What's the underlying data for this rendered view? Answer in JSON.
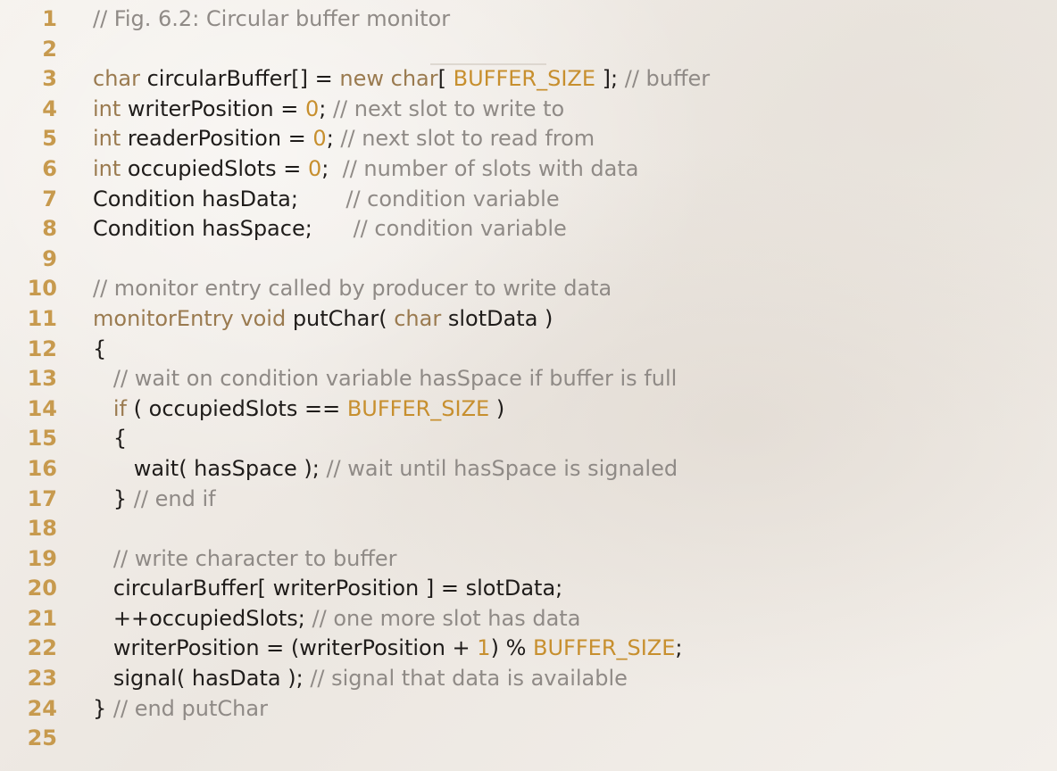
{
  "figure_title": "// Fig. 6.2: Circular buffer monitor",
  "lines": [
    {
      "n": "1",
      "tokens": [
        {
          "t": "// Fig. 6.2: Circular buffer monitor",
          "k": "cmt"
        }
      ]
    },
    {
      "n": "2",
      "tokens": []
    },
    {
      "n": "3",
      "tokens": [
        {
          "t": "char",
          "k": "kw"
        },
        {
          "t": " circularBuffer[] = ",
          "k": "plain"
        },
        {
          "t": "new char",
          "k": "kw"
        },
        {
          "t": "[ ",
          "k": "plain"
        },
        {
          "t": "BUFFER_SIZE",
          "k": "const"
        },
        {
          "t": " ]; ",
          "k": "plain"
        },
        {
          "t": "// buffer",
          "k": "cmt"
        }
      ]
    },
    {
      "n": "4",
      "tokens": [
        {
          "t": "int",
          "k": "kw"
        },
        {
          "t": " writerPosition = ",
          "k": "plain"
        },
        {
          "t": "0",
          "k": "num"
        },
        {
          "t": "; ",
          "k": "plain"
        },
        {
          "t": "// next slot to write to",
          "k": "cmt"
        }
      ]
    },
    {
      "n": "5",
      "tokens": [
        {
          "t": "int",
          "k": "kw"
        },
        {
          "t": " readerPosition = ",
          "k": "plain"
        },
        {
          "t": "0",
          "k": "num"
        },
        {
          "t": "; ",
          "k": "plain"
        },
        {
          "t": "// next slot to read from",
          "k": "cmt"
        }
      ]
    },
    {
      "n": "6",
      "tokens": [
        {
          "t": "int",
          "k": "kw"
        },
        {
          "t": " occupiedSlots = ",
          "k": "plain"
        },
        {
          "t": "0",
          "k": "num"
        },
        {
          "t": ";  ",
          "k": "plain"
        },
        {
          "t": "// number of slots with data",
          "k": "cmt"
        }
      ]
    },
    {
      "n": "7",
      "tokens": [
        {
          "t": "Condition hasData;       ",
          "k": "plain"
        },
        {
          "t": "// condition variable",
          "k": "cmt"
        }
      ]
    },
    {
      "n": "8",
      "tokens": [
        {
          "t": "Condition hasSpace;      ",
          "k": "plain"
        },
        {
          "t": "// condition variable",
          "k": "cmt"
        }
      ]
    },
    {
      "n": "9",
      "tokens": []
    },
    {
      "n": "10",
      "tokens": [
        {
          "t": "// monitor entry called by producer to write data",
          "k": "cmt"
        }
      ]
    },
    {
      "n": "11",
      "tokens": [
        {
          "t": "monitorEntry void",
          "k": "kw"
        },
        {
          "t": " putChar( ",
          "k": "plain"
        },
        {
          "t": "char",
          "k": "kw"
        },
        {
          "t": " slotData )",
          "k": "plain"
        }
      ]
    },
    {
      "n": "12",
      "tokens": [
        {
          "t": "{",
          "k": "plain"
        }
      ]
    },
    {
      "n": "13",
      "tokens": [
        {
          "t": "   ",
          "k": "plain"
        },
        {
          "t": "// wait on condition variable hasSpace if buffer is full",
          "k": "cmt"
        }
      ]
    },
    {
      "n": "14",
      "tokens": [
        {
          "t": "   ",
          "k": "plain"
        },
        {
          "t": "if",
          "k": "kw"
        },
        {
          "t": " ( occupiedSlots == ",
          "k": "plain"
        },
        {
          "t": "BUFFER_SIZE",
          "k": "const"
        },
        {
          "t": " )",
          "k": "plain"
        }
      ]
    },
    {
      "n": "15",
      "tokens": [
        {
          "t": "   {",
          "k": "plain"
        }
      ]
    },
    {
      "n": "16",
      "tokens": [
        {
          "t": "      wait( hasSpace ); ",
          "k": "plain"
        },
        {
          "t": "// wait until hasSpace is signaled",
          "k": "cmt"
        }
      ]
    },
    {
      "n": "17",
      "tokens": [
        {
          "t": "   } ",
          "k": "plain"
        },
        {
          "t": "// end if",
          "k": "cmt"
        }
      ]
    },
    {
      "n": "18",
      "tokens": []
    },
    {
      "n": "19",
      "tokens": [
        {
          "t": "   ",
          "k": "plain"
        },
        {
          "t": "// write character to buffer",
          "k": "cmt"
        }
      ]
    },
    {
      "n": "20",
      "tokens": [
        {
          "t": "   circularBuffer[ writerPosition ] = slotData;",
          "k": "plain"
        }
      ]
    },
    {
      "n": "21",
      "tokens": [
        {
          "t": "   ++occupiedSlots; ",
          "k": "plain"
        },
        {
          "t": "// one more slot has data",
          "k": "cmt"
        }
      ]
    },
    {
      "n": "22",
      "tokens": [
        {
          "t": "   writerPosition = (writerPosition + ",
          "k": "plain"
        },
        {
          "t": "1",
          "k": "num"
        },
        {
          "t": ") % ",
          "k": "plain"
        },
        {
          "t": "BUFFER_SIZE",
          "k": "const"
        },
        {
          "t": ";",
          "k": "plain"
        }
      ]
    },
    {
      "n": "23",
      "tokens": [
        {
          "t": "   signal( hasData ); ",
          "k": "plain"
        },
        {
          "t": "// signal that data is available",
          "k": "cmt"
        }
      ]
    },
    {
      "n": "24",
      "tokens": [
        {
          "t": "} ",
          "k": "plain"
        },
        {
          "t": "// end putChar",
          "k": "cmt"
        }
      ]
    },
    {
      "n": "25",
      "tokens": []
    }
  ],
  "colors": {
    "line_number": "#c79a4e",
    "keyword": "#9a7a4f",
    "constant": "#c78f2e",
    "comment": "#8f8a86",
    "plain": "#1f1c1a",
    "background": "#f2eee9"
  }
}
